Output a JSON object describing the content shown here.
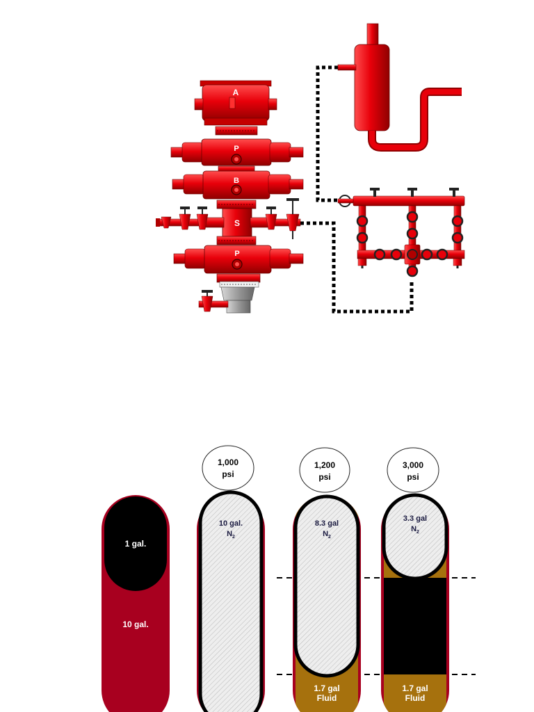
{
  "colors": {
    "equipment_red": "#e8000a",
    "equipment_dark": "#9a0000",
    "bottle_wall": "#a8001f",
    "gas_fill": "#eeeeee",
    "fluid_brown": "#a6710d",
    "valve_dark": "#222222",
    "dashed_line": "#000000",
    "spool_gray": "#9a9a9a"
  },
  "bop_stack": {
    "annular_label": "A",
    "pipe_ram_upper_label": "P",
    "blind_ram_label": "B",
    "spool_label": "S",
    "pipe_ram_lower_label": "P"
  },
  "accumulator": {
    "precharge_bottle": {
      "gas_label": "1 gal.",
      "total_label": "10 gal."
    },
    "charged_bottle": {
      "pressure_value": "1,000",
      "pressure_unit": "psi",
      "gas_volume": "10 gal.",
      "gas_name": "N",
      "gas_subscript": "2"
    },
    "operating_bottle": {
      "pressure_value": "1,200",
      "pressure_unit": "psi",
      "gas_volume": "8.3 gal",
      "gas_name": "N",
      "gas_subscript": "2",
      "fluid_volume": "1.7 gal",
      "fluid_label": "Fluid"
    },
    "full_bottle": {
      "pressure_value": "3,000",
      "pressure_unit": "psi",
      "gas_volume": "3.3 gal",
      "gas_name": "N",
      "gas_subscript": "2",
      "fluid_volume": "1.7 gal",
      "fluid_label": "Fluid"
    }
  }
}
